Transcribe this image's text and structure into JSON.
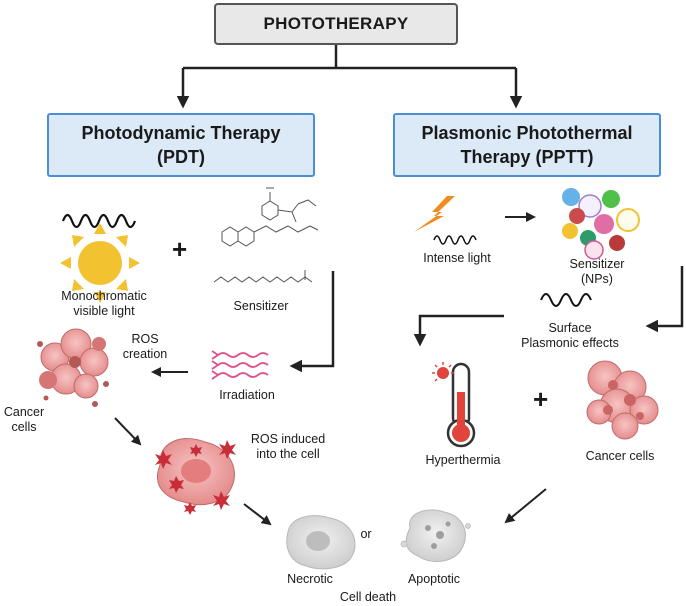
{
  "title": "PHOTOTHERAPY",
  "pdt": {
    "line1": "Photodynamic Therapy",
    "line2": "(PDT)"
  },
  "pptt": {
    "line1": "Plasmonic Photothermal",
    "line2": "Therapy (PPTT)"
  },
  "labels": {
    "mono_line1": "Monochromatic",
    "mono_line2": "visible light",
    "sensitizer": "Sensitizer",
    "ros_creation_line1": "ROS",
    "ros_creation_line2": "creation",
    "irradiation": "Irradiation",
    "cancer_cells_left_line1": "Cancer",
    "cancer_cells_left_line2": "cells",
    "ros_induced_line1": "ROS induced",
    "ros_induced_line2": "into the cell",
    "intense_light": "Intense light",
    "sensitizer_nps_line1": "Sensitizer",
    "sensitizer_nps_line2": "(NPs)",
    "surface_line1": "Surface",
    "surface_line2": "Plasmonic effects",
    "hyperthermia": "Hyperthermia",
    "cancer_cells_right": "Cancer cells",
    "or": "or",
    "necrotic": "Necrotic",
    "apoptotic": "Apoptotic",
    "cell_death": "Cell death"
  },
  "plus_sign": "+",
  "colors": {
    "blue_border": "#4a8fd6",
    "blue_fill": "#dce9f7",
    "sun": "#f2c230",
    "cell_pink": "#f0a0a0",
    "lightning": "#f08c1e",
    "thermometer_red": "#e0443c",
    "irradiation_pink": "#e0508c"
  }
}
